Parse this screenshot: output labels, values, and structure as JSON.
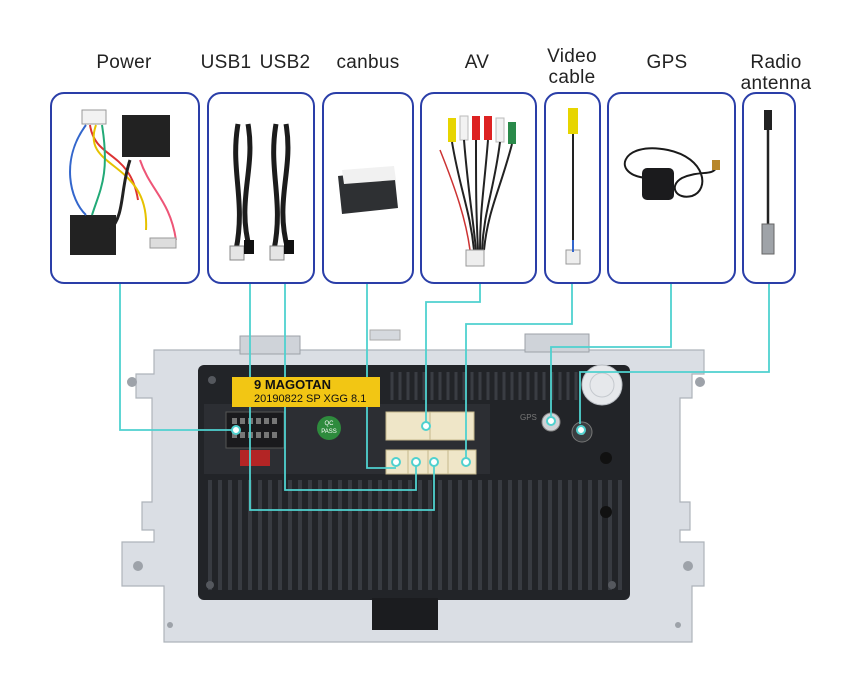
{
  "labels": {
    "power": "Power",
    "usb1": "USB1",
    "usb2": "USB2",
    "canbus": "canbus",
    "av": "AV",
    "video_line1": "Video",
    "video_line2": "cable",
    "gps": "GPS",
    "radio_line1": "Radio",
    "radio_line2": "antenna"
  },
  "unit": {
    "sticker_line1": "9  MAGOTAN",
    "sticker_line2": "20190822 SP XGG 8.1",
    "pass_stamp": "QC PASS",
    "gps_port": "GPS"
  },
  "colors": {
    "card_border": "#2a3ea8",
    "connector_line": "#4fd1cf",
    "sticker": "#f2c614",
    "chassis": "#d9dde3",
    "unit_body": "#202226"
  },
  "icons": {
    "power": "wiring-harness-icon",
    "usb1": "usb-cable-icon",
    "usb2": "usb-cable-icon",
    "canbus": "canbus-box-icon",
    "av": "rca-av-harness-icon",
    "video": "rca-video-cable-icon",
    "gps": "gps-antenna-icon",
    "radio": "radio-antenna-cable-icon"
  }
}
